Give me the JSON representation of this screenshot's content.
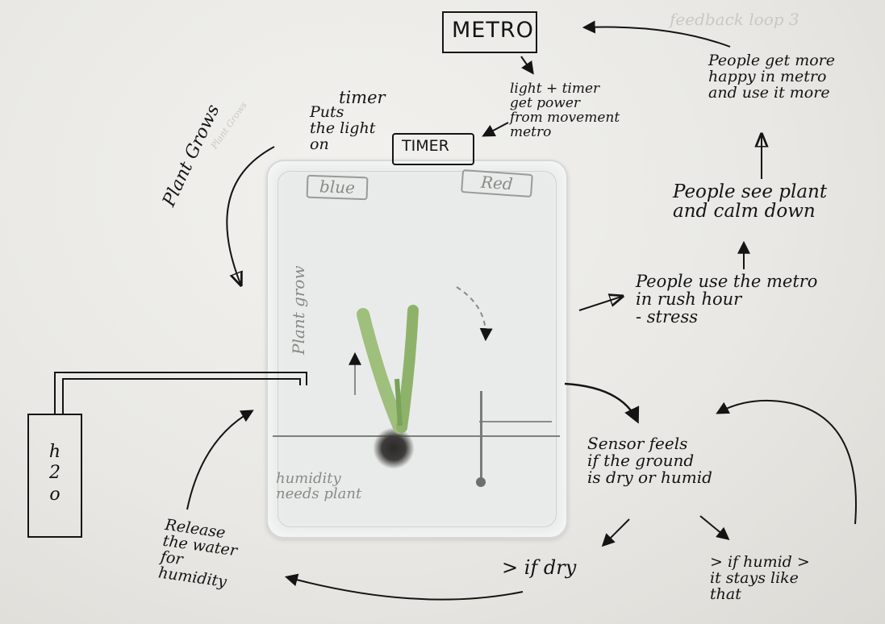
{
  "metro_box": "METRO",
  "metro_note": "light + timer\nget power\nfrom movement\nmetro",
  "timer_box": "TIMER",
  "timer_label": "timer",
  "puts_light_on": "Puts\nthe light\non",
  "plant_grows": "Plant Grows",
  "blue_label": "blue",
  "red_label": "Red",
  "plant_grow_label": "Plant grow",
  "humidity_label": "humidity\nneeds plant",
  "h2o": [
    "h",
    "2",
    "o"
  ],
  "people_happy": "People get more\nhappy in metro\nand use it more",
  "people_see": "People see plant\nand calm down",
  "people_use": "People use the metro\nin rush hour\n- stress",
  "sensor": "Sensor feels\nif the ground\nis dry or humid",
  "if_dry": "> if dry",
  "if_humid": "> if humid >\nit stays like\nthat",
  "release": "Release\nthe water\nfor\nhumidity",
  "faint_top": "feedback loop 3",
  "faint_left": "Plant Grows"
}
